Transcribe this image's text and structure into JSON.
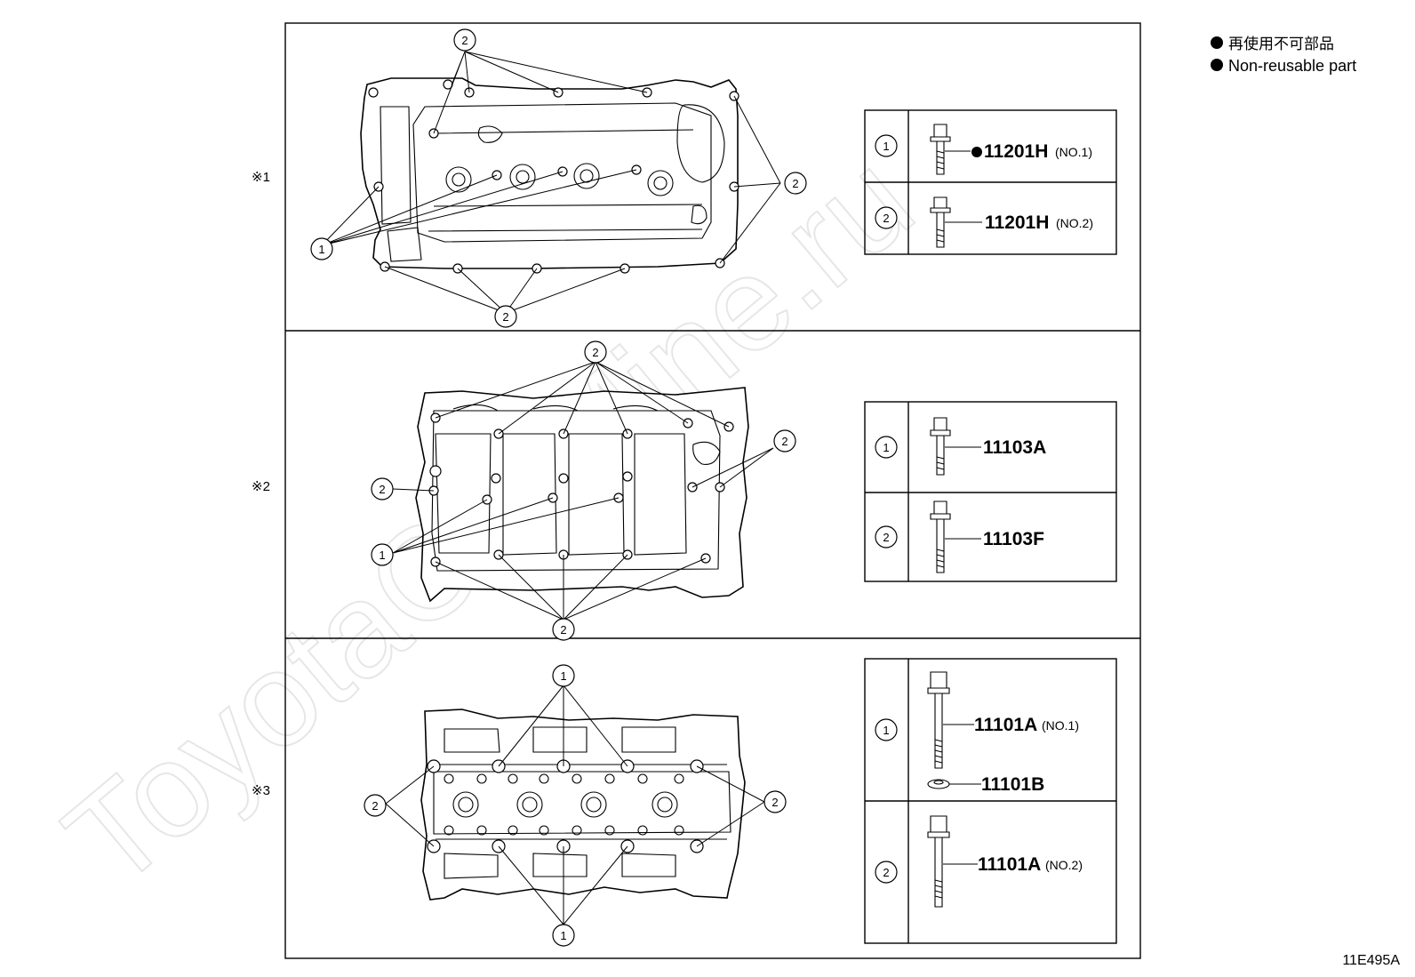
{
  "legend": {
    "ja": "再使用不可部品",
    "en": "Non-reusable part"
  },
  "watermark": "ToyotaCarMine.ru",
  "figure_code": "11E495A",
  "panels": [
    {
      "marker": "※1",
      "parts": [
        {
          "key": "1",
          "part": "11201H",
          "suffix": "(NO.1)"
        },
        {
          "key": "2",
          "part": "11201H",
          "suffix": "(NO.2)"
        }
      ]
    },
    {
      "marker": "※2",
      "parts": [
        {
          "key": "1",
          "part": "11103A",
          "suffix": ""
        },
        {
          "key": "2",
          "part": "11103F",
          "suffix": ""
        }
      ]
    },
    {
      "marker": "※3",
      "parts": [
        {
          "key": "1",
          "part": "11101A",
          "suffix": "(NO.1)",
          "extra_part": "11101B"
        },
        {
          "key": "2",
          "part": "11101A",
          "suffix": "(NO.2)"
        }
      ]
    }
  ],
  "callout_1": "1",
  "callout_2": "2"
}
